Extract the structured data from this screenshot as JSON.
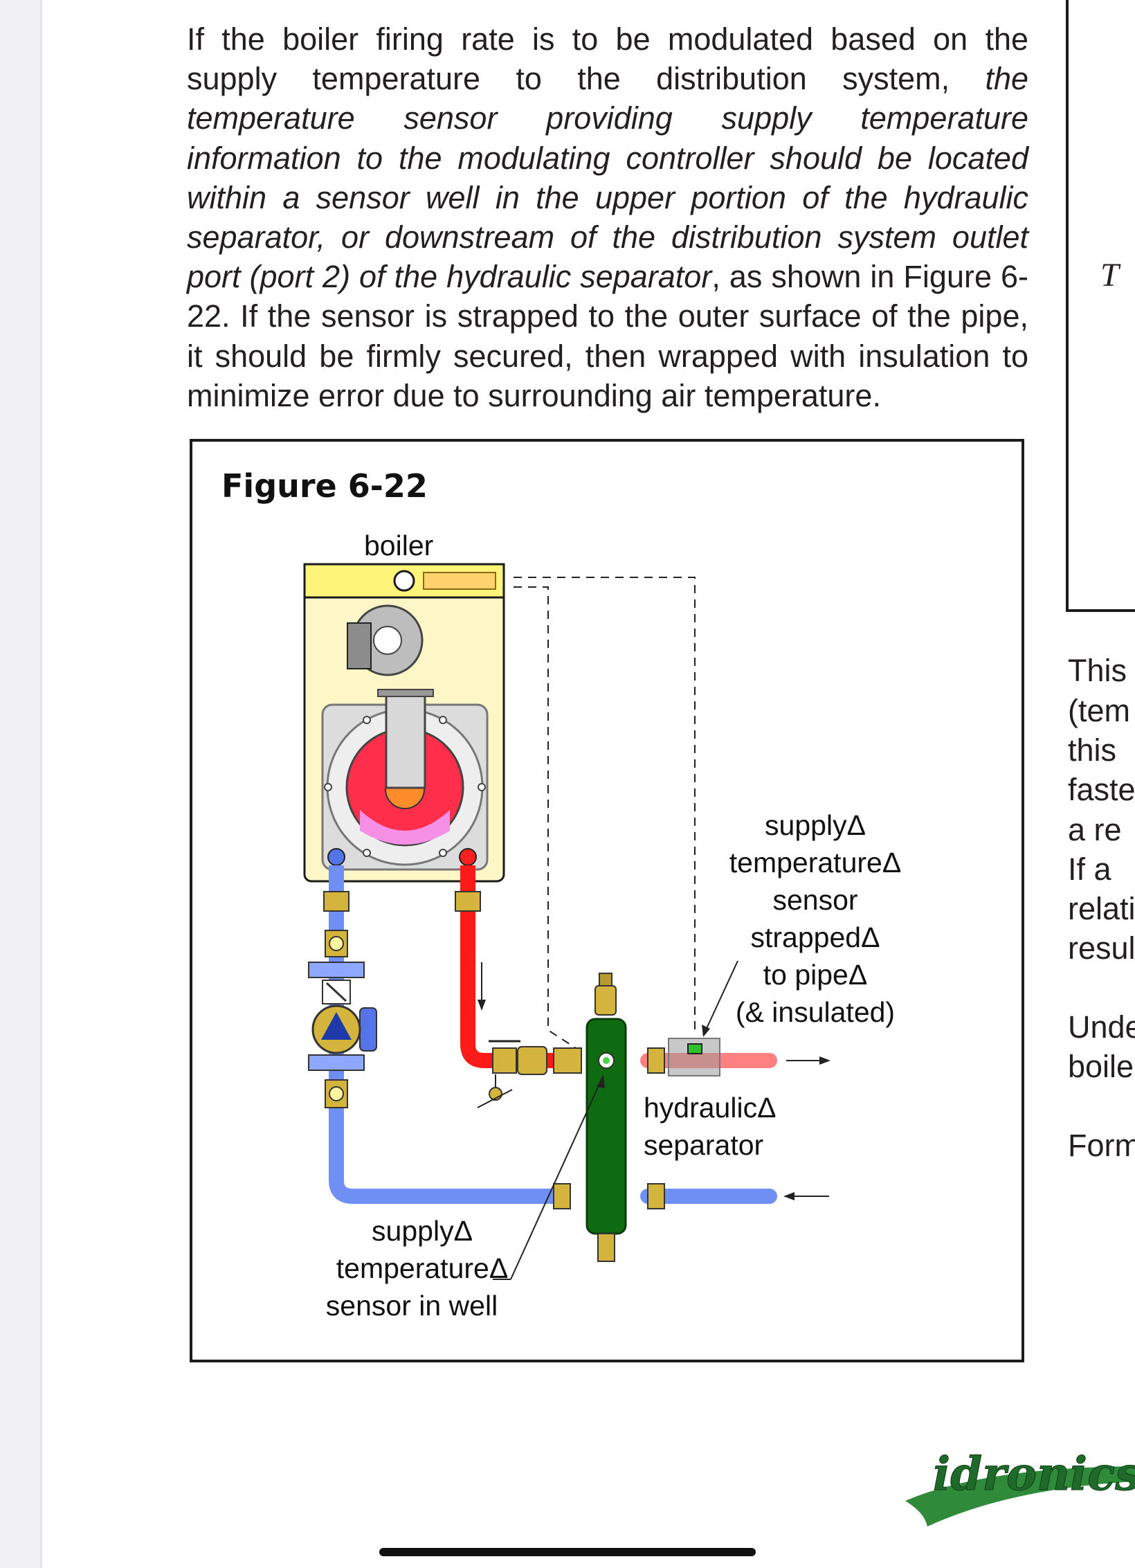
{
  "paragraph": {
    "part1": "If the boiler firing rate is to be modulated based on the supply temperature to the distribution system, ",
    "italic": "the temperature sensor providing supply temperature information to the modulating controller should be located within a sensor well in the upper portion of the hydraulic separator, or downstream of the distribution system outlet port (port 2) of the hydraulic separator",
    "part2": ", as shown in Figure 6-22. If the sensor is strapped to the outer surface of the pipe, it should be firmly secured, then wrapped with insulation to minimize error due to surrounding air temperature."
  },
  "figure": {
    "title": "Figure 6-22",
    "labels": {
      "boiler": "boiler",
      "strapped_sensor": [
        "supplyΔ",
        "temperatureΔ",
        "sensor",
        "strappedΔ",
        "to pipeΔ",
        "(& insulated)"
      ],
      "separator": [
        "hydraulicΔ",
        "separator"
      ],
      "well_sensor": [
        "supplyΔ",
        "temperatureΔ",
        "sensor in well"
      ]
    }
  },
  "right_column": {
    "glyph": "T",
    "lines": [
      "This",
      "(tem",
      "this",
      "faste",
      "a re",
      "If a",
      "relati",
      "resul",
      "Unde",
      "boile",
      "Form"
    ]
  },
  "logo_text": "idronics",
  "colors": {
    "hot_supply": "#ff1a1a",
    "cool_return": "#6f8ff5",
    "separator_green": "#0f6b12",
    "boiler_body": "#fdf6c6",
    "brass": "#d4b43c",
    "flame_core": "#ff1e3a"
  }
}
